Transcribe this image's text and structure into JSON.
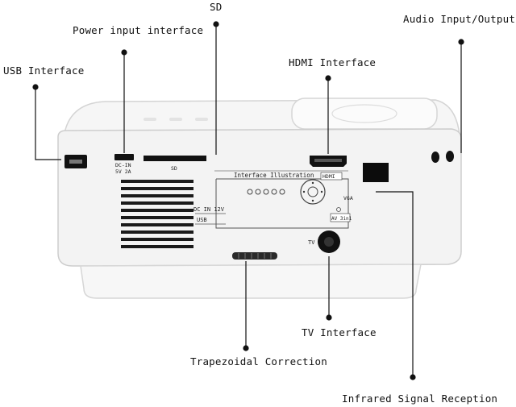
{
  "callouts": {
    "sd": "SD",
    "power": "Power input interface",
    "audio": "Audio Input/Output",
    "usb": "USB Interface",
    "hdmi": "HDMI Interface",
    "tv": "TV Interface",
    "trapezoidal": "Trapezoidal Correction",
    "infrared": "Infrared Signal Reception"
  },
  "device_labels": {
    "dc_in": "DC-IN",
    "dc_volt": "5V 2A",
    "sd_slot": "SD",
    "illustration": "Interface Illustration",
    "hdmi": "HDMI",
    "vga": "VGA",
    "dc_in_12v": "DC IN 12V",
    "usb": "USB",
    "av": "AV 3in1",
    "tv": "TV"
  },
  "colors": {
    "body": "#f3f3f3",
    "outline": "#cfcfcf",
    "port": "#111111",
    "leader": "#111111"
  }
}
